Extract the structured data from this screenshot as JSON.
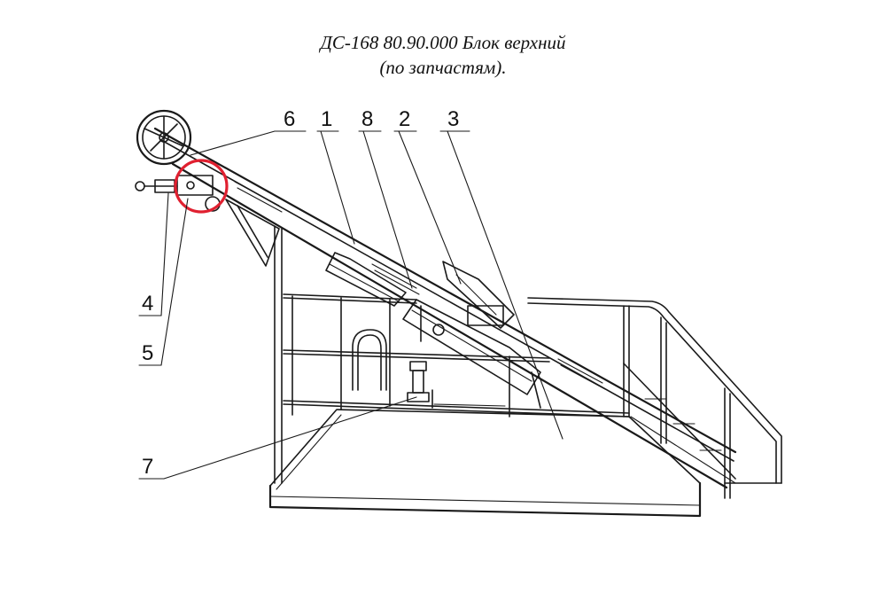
{
  "title": {
    "line1": "ДС-168 80.90.000 Блок верхний",
    "line2": "(по запчастям)."
  },
  "callouts": [
    "6",
    "1",
    "8",
    "2",
    "3",
    "4",
    "5",
    "7"
  ],
  "highlight_color": "#e02030"
}
